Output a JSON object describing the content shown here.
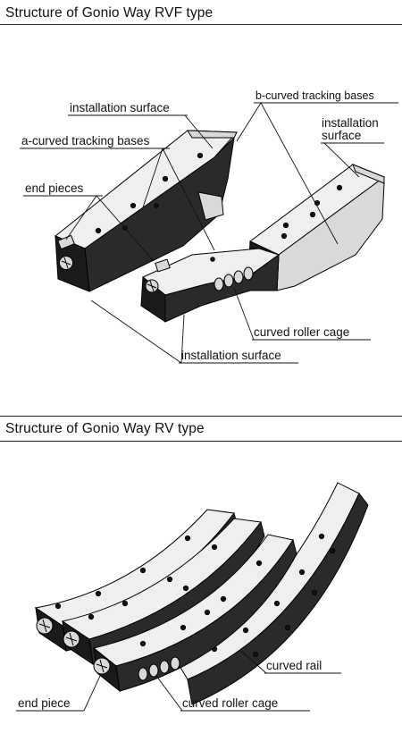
{
  "sections": [
    {
      "title": "Structure of Gonio Way RVF type",
      "labels": {
        "b_curved_tracking_bases": "b-curved tracking bases",
        "installation_surface_top": "installation surface",
        "installation_surface_right_1": "installation",
        "installation_surface_right_2": "surface",
        "a_curved_tracking_bases": "a-curved tracking bases",
        "end_pieces": "end pieces",
        "curved_roller_cage": "curved roller cage",
        "installation_surface_bottom": "installation surface"
      }
    },
    {
      "title": "Structure of Gonio Way RV type",
      "labels": {
        "curved_rail": "curved rail",
        "end_piece": "end piece",
        "curved_roller_cage": "curved roller cage"
      }
    }
  ]
}
